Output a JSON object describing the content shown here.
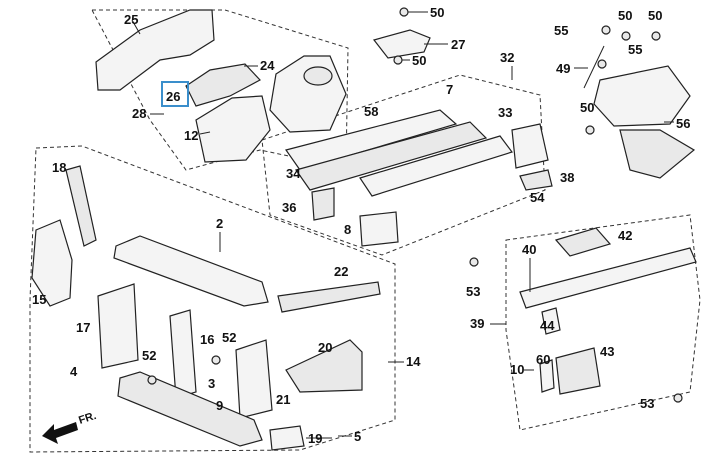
{
  "callouts": [
    {
      "id": "c25",
      "label": "25"
    },
    {
      "id": "c50a",
      "label": "50"
    },
    {
      "id": "c27",
      "label": "27"
    },
    {
      "id": "c50b",
      "label": "50"
    },
    {
      "id": "c55a",
      "label": "55"
    },
    {
      "id": "c50c",
      "label": "50"
    },
    {
      "id": "c50d",
      "label": "50"
    },
    {
      "id": "c55b",
      "label": "55"
    },
    {
      "id": "c49",
      "label": "49"
    },
    {
      "id": "c24",
      "label": "24"
    },
    {
      "id": "c32",
      "label": "32"
    },
    {
      "id": "c26",
      "label": "26"
    },
    {
      "id": "c28",
      "label": "28"
    },
    {
      "id": "c7",
      "label": "7"
    },
    {
      "id": "c58",
      "label": "58"
    },
    {
      "id": "c50e",
      "label": "50"
    },
    {
      "id": "c56",
      "label": "56"
    },
    {
      "id": "c33",
      "label": "33"
    },
    {
      "id": "c12",
      "label": "12"
    },
    {
      "id": "c18",
      "label": "18"
    },
    {
      "id": "c34",
      "label": "34"
    },
    {
      "id": "c38",
      "label": "38"
    },
    {
      "id": "c54",
      "label": "54"
    },
    {
      "id": "c36",
      "label": "36"
    },
    {
      "id": "c2",
      "label": "2"
    },
    {
      "id": "c8",
      "label": "8"
    },
    {
      "id": "c42",
      "label": "42"
    },
    {
      "id": "c40",
      "label": "40"
    },
    {
      "id": "c22",
      "label": "22"
    },
    {
      "id": "c15",
      "label": "15"
    },
    {
      "id": "c53a",
      "label": "53"
    },
    {
      "id": "c17",
      "label": "17"
    },
    {
      "id": "c16",
      "label": "16"
    },
    {
      "id": "c52a",
      "label": "52"
    },
    {
      "id": "c39",
      "label": "39"
    },
    {
      "id": "c44",
      "label": "44"
    },
    {
      "id": "c20",
      "label": "20"
    },
    {
      "id": "c14",
      "label": "14"
    },
    {
      "id": "c4",
      "label": "4"
    },
    {
      "id": "c52b",
      "label": "52"
    },
    {
      "id": "c3",
      "label": "3"
    },
    {
      "id": "c60",
      "label": "60"
    },
    {
      "id": "c43",
      "label": "43"
    },
    {
      "id": "c10",
      "label": "10"
    },
    {
      "id": "c9",
      "label": "9"
    },
    {
      "id": "c21",
      "label": "21"
    },
    {
      "id": "c53b",
      "label": "53"
    },
    {
      "id": "c19",
      "label": "19"
    },
    {
      "id": "c5",
      "label": "5"
    }
  ],
  "direction_label": "FR.",
  "highlighted_callout": "26"
}
